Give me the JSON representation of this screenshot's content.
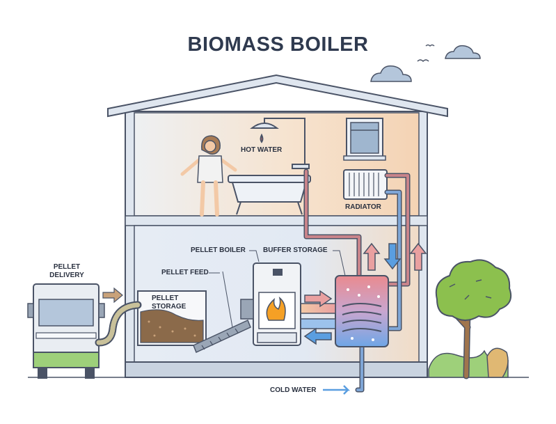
{
  "title": "BIOMASS BOILER",
  "labels": {
    "hot_water": "HOT WATER",
    "radiator": "RADIATOR",
    "pellet_delivery_line1": "PELLET",
    "pellet_delivery_line2": "DELIVERY",
    "pellet_boiler": "PELLET BOILER",
    "buffer_storage": "BUFFER STORAGE",
    "pellet_feed": "PELLET FEED",
    "pellet_storage_line1": "PELLET",
    "pellet_storage_line2": "STORAGE",
    "cold_water": "COLD WATER"
  },
  "colors": {
    "outline": "#4a5366",
    "house_wall": "#dfe6ef",
    "upstairs_fill": "#f6dcc0",
    "downstairs_fill": "#dde6f2",
    "hot_pipe": "#c9848a",
    "cold_pipe": "#7fa6d6",
    "hot_arrow": "#d98b86",
    "cold_arrow": "#5a9ee0",
    "flame": "#f5a025",
    "pellets": "#8b6a4a",
    "tree_canopy": "#8cc04e",
    "trunk": "#a0754d",
    "truck": "#e9edf2",
    "truck_base": "#9ed07a"
  }
}
